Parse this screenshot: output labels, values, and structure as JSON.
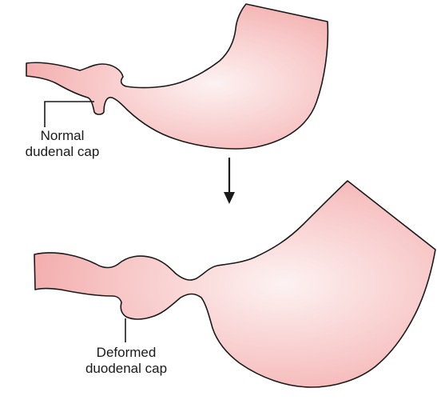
{
  "labels": {
    "normal": [
      "Normal",
      "dudenal cap"
    ],
    "deformed": [
      "Deformed",
      "duodenal cap"
    ]
  },
  "colors": {
    "organ_fill_light": "#fdf2f2",
    "organ_fill_mid": "#f8c9c9",
    "organ_fill_dark": "#f2a6a6",
    "outline": "#1a1a1a"
  },
  "icons": {
    "arrow": "down-arrow-icon"
  }
}
